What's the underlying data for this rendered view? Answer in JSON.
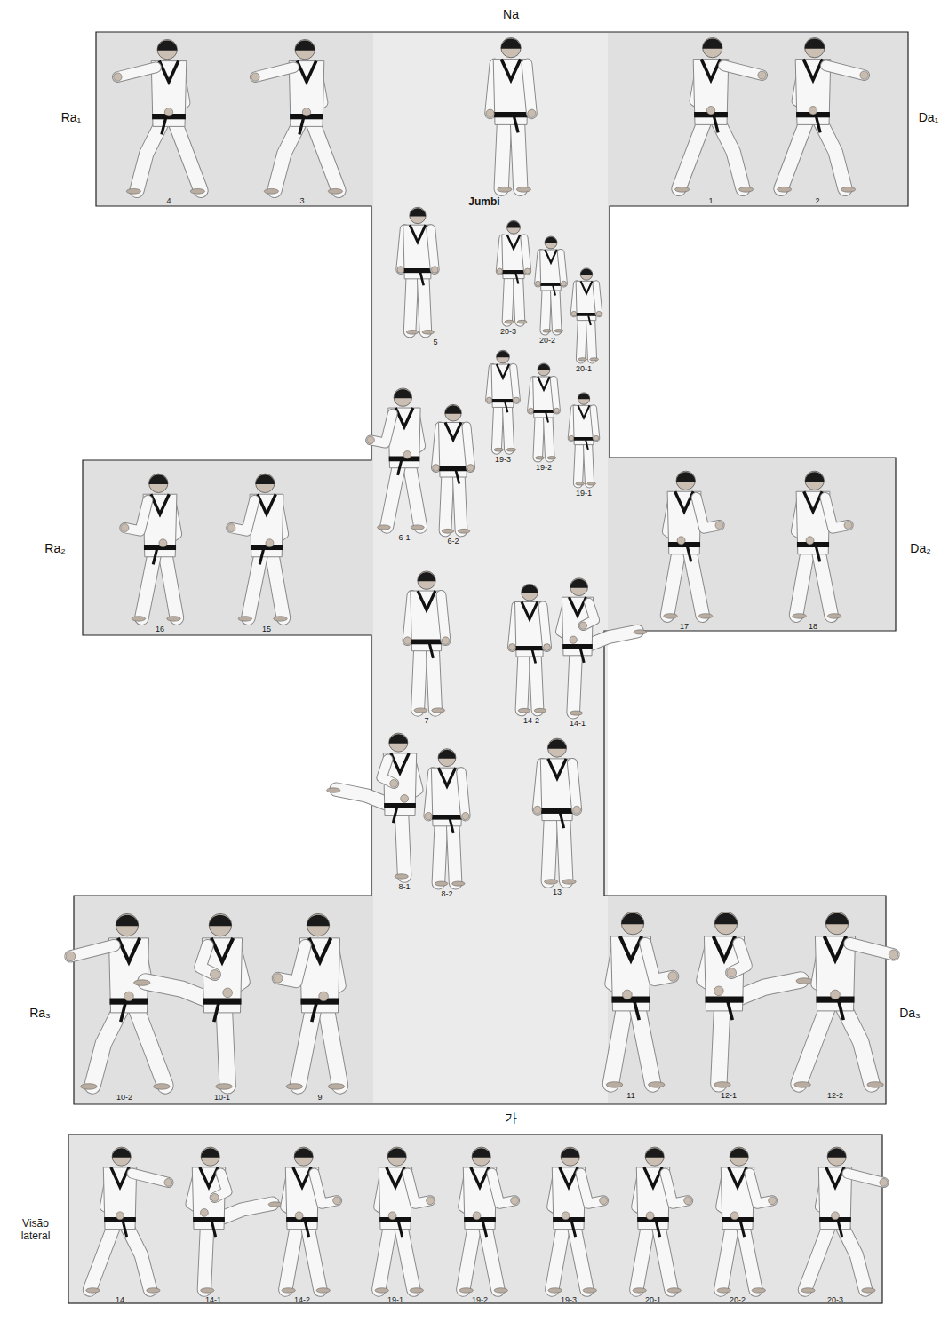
{
  "diagram": {
    "nodes": [
      {
        "text": [
          "4",
          "3",
          "1",
          "2",
          "Jumbi",
          "5",
          "20-3",
          "20-2",
          "20-1",
          "6-1",
          "6-2",
          "19-3",
          "19-2",
          "19-1",
          "16",
          "15",
          "17",
          "18",
          "7",
          "14-2",
          "14-1",
          "8-1",
          "8-2",
          "13",
          "10-2",
          "10-1",
          "9",
          "11",
          "12-1",
          "12-2"
        ]
      },
      {
        "text": [
          "Visão lateral",
          "14",
          "14-1",
          "14-2",
          "19-1",
          "19-2",
          "19-3",
          "20-1",
          "20-2",
          "20-3"
        ]
      }
    ],
    "labels": [
      "Na",
      "Ra₁",
      "Da₁",
      "Ra₂",
      "Da₂",
      "Ra₃",
      "Da₃",
      "가"
    ]
  }
}
